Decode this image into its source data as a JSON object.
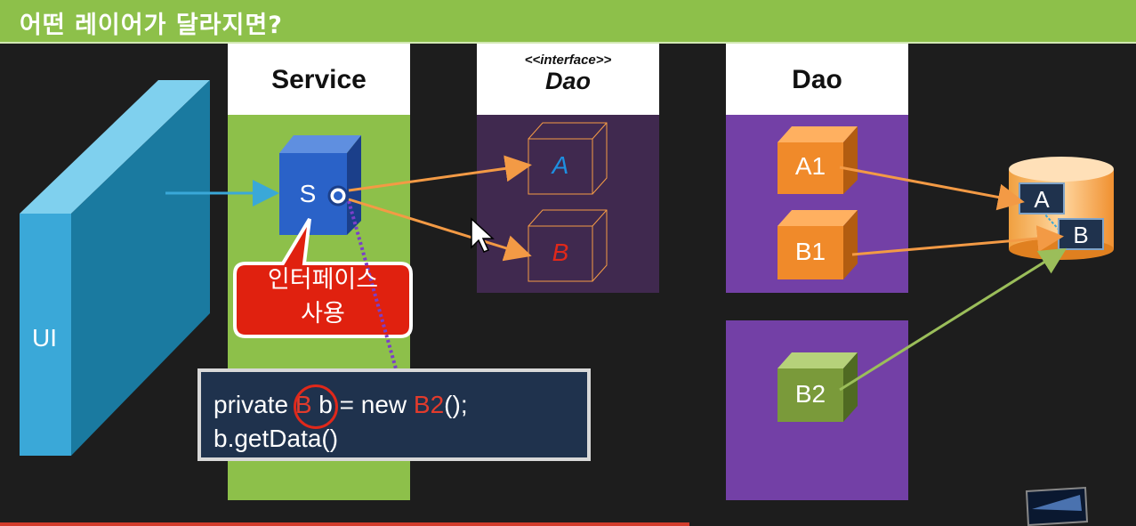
{
  "title": "어떤 레이어가 달라지면?",
  "columns": {
    "service": {
      "header": "Service"
    },
    "interface_dao": {
      "stereotype": "<<interface>>",
      "header": "Dao"
    },
    "dao": {
      "header": "Dao"
    }
  },
  "ui_label": "UI",
  "service_box_label": "S",
  "interface_boxes": [
    "A",
    "B"
  ],
  "dao_impls": [
    "A1",
    "B1",
    "B2"
  ],
  "database_tables": [
    "A",
    "B"
  ],
  "callout": {
    "line1": "인터페이스",
    "line2": "사용"
  },
  "code": {
    "line1_prefix": "private ",
    "line1_type": "B",
    "line1_mid": " b  =  new ",
    "line1_class": "B2",
    "line1_suffix": "();",
    "line2": "b.getData()"
  },
  "colors": {
    "title_bar": "#8dc04a",
    "service_panel": "#8dc04a",
    "interface_panel": "#40294f",
    "dao_panel": "#7340a6",
    "arrow_orange": "#f39a45",
    "arrow_green": "#9bbe5a",
    "ui_blue": "#3aa8d8"
  }
}
